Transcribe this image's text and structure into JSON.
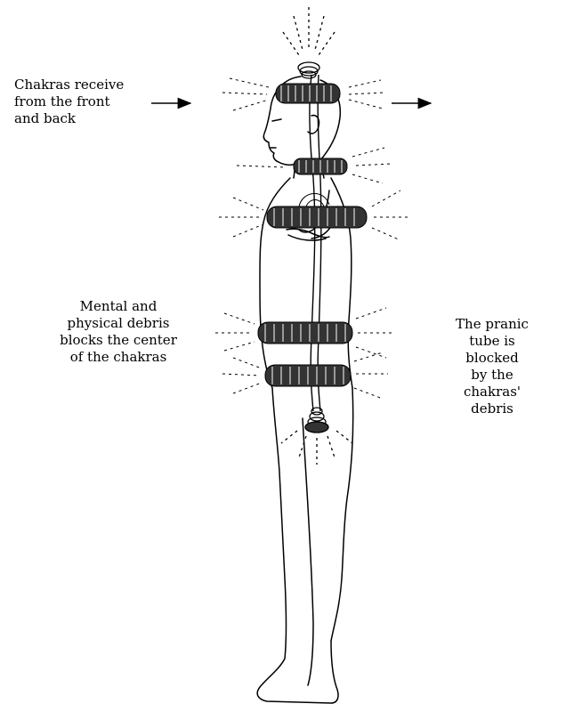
{
  "labels": {
    "front_back": "Chakras receive\nfrom the front\nand back",
    "debris": "Mental and\nphysical debris\nblocks the center\nof the chakras",
    "pranic": "The pranic\ntube is blocked\nby the chakras'\ndebris"
  },
  "chakra_count": 7,
  "colors": {
    "ink": "#000000",
    "background": "#ffffff"
  }
}
